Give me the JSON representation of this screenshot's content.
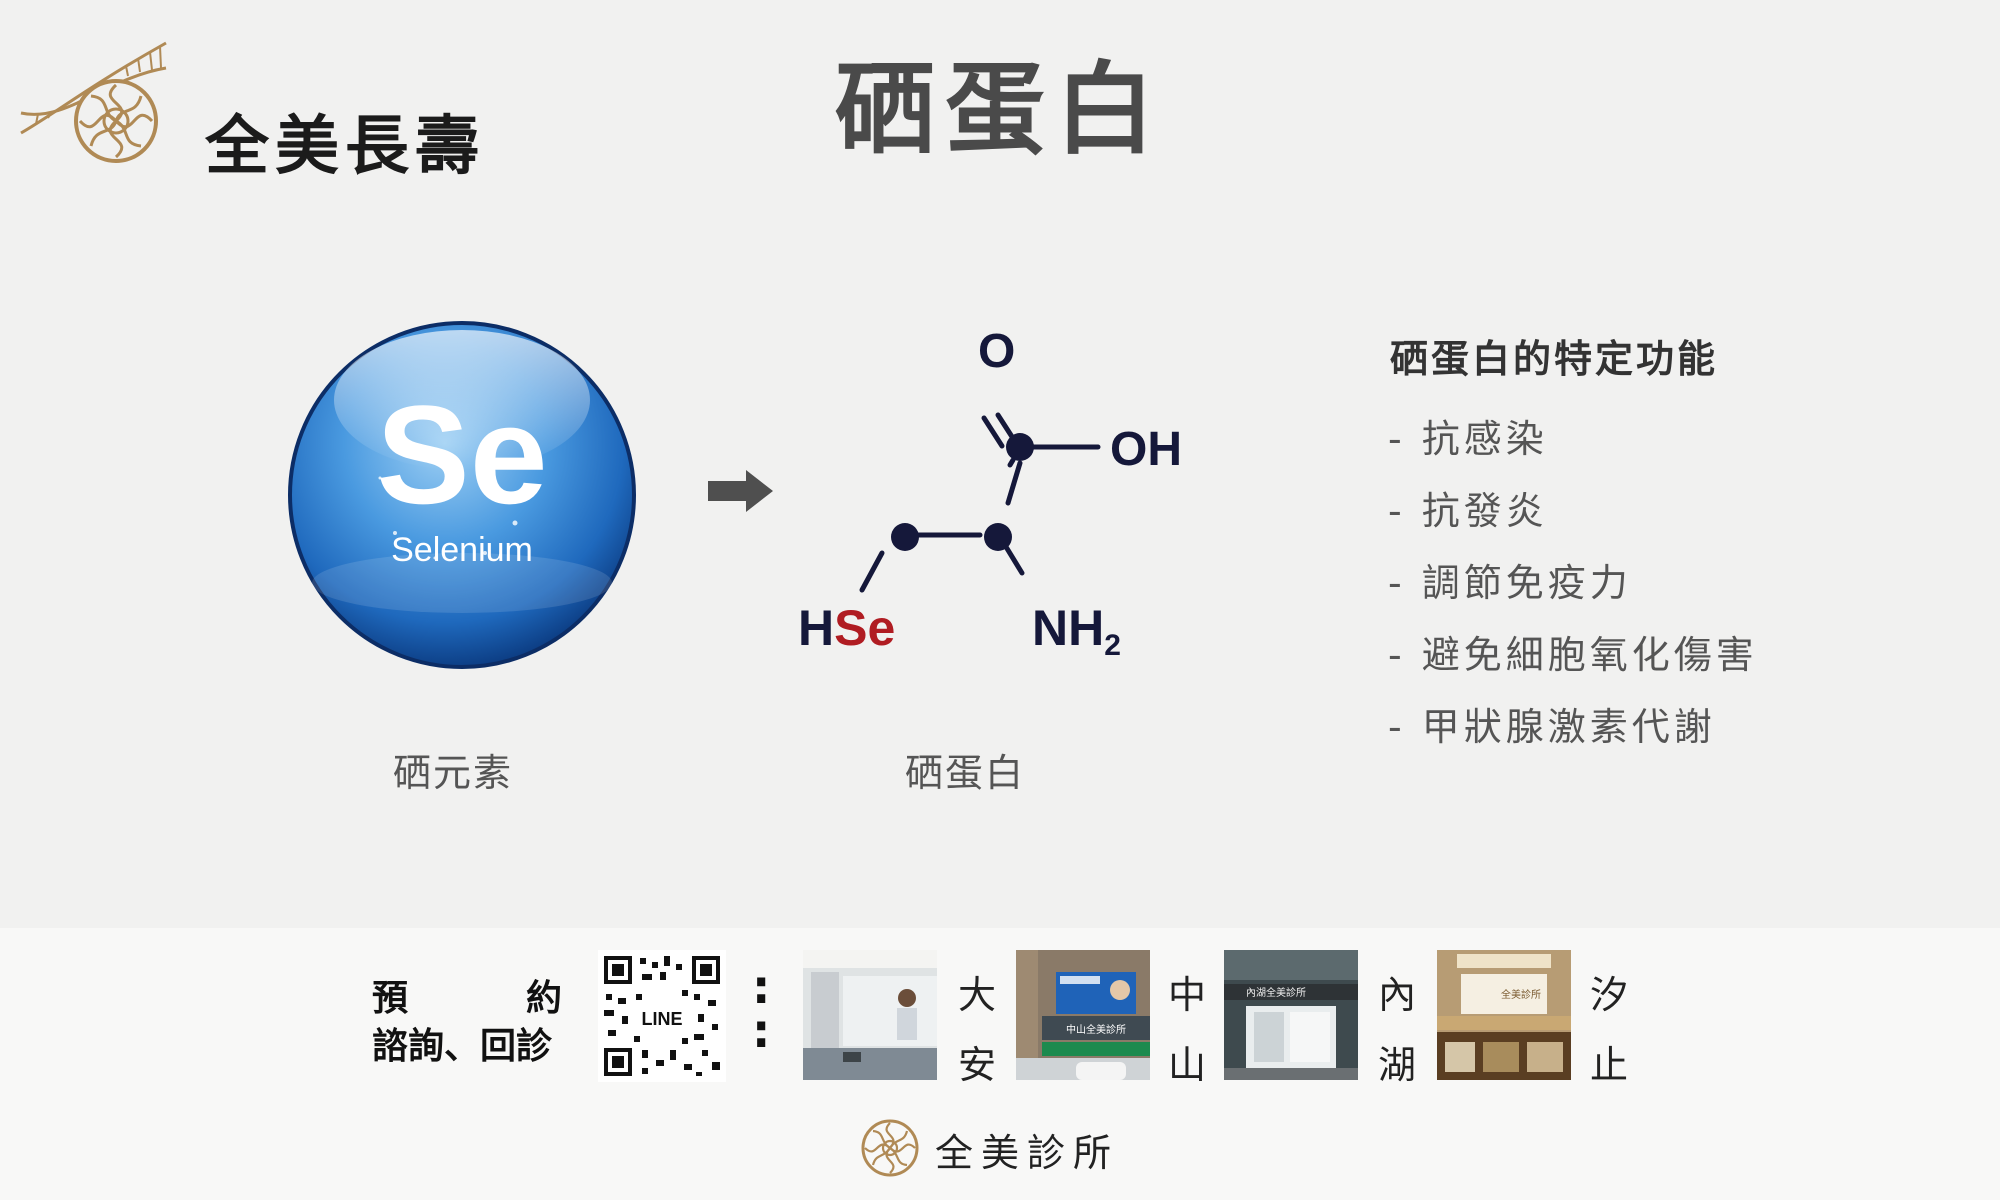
{
  "header": {
    "brand_name": "全美長壽",
    "title": "硒蛋白"
  },
  "selenium": {
    "symbol": "Se",
    "name": "Selenium",
    "caption": "硒元素"
  },
  "molecule": {
    "atom_o": "O",
    "atom_oh": "OH",
    "atom_h": "H",
    "atom_se": "Se",
    "atom_nh": "NH",
    "atom_sub": "2",
    "caption": "硒蛋白"
  },
  "functions": {
    "title": "硒蛋白的特定功能",
    "items": [
      "- 抗感染",
      "- 抗發炎",
      "- 調節免疫力",
      "- 避免細胞氧化傷害",
      "- 甲狀腺激素代謝"
    ]
  },
  "footer": {
    "appointment_line1_a": "預",
    "appointment_line1_b": "約",
    "appointment_line2": "諮詢、回診",
    "qr_label": "LINE",
    "colon": ":",
    "branches": [
      {
        "line1": "大",
        "line2": "安",
        "sign": ""
      },
      {
        "line1": "中",
        "line2": "山",
        "sign": "中山全美診所"
      },
      {
        "line1": "內",
        "line2": "湖",
        "sign": "內湖全美診所"
      },
      {
        "line1": "汐",
        "line2": "止",
        "sign": "全美診所"
      }
    ],
    "clinic_name": "全美診所"
  },
  "colors": {
    "accent_gold": "#b08a55",
    "selenium_red": "#b01c22",
    "molecule_navy": "#15183a",
    "sphere_blue": "#2f7fd0"
  }
}
